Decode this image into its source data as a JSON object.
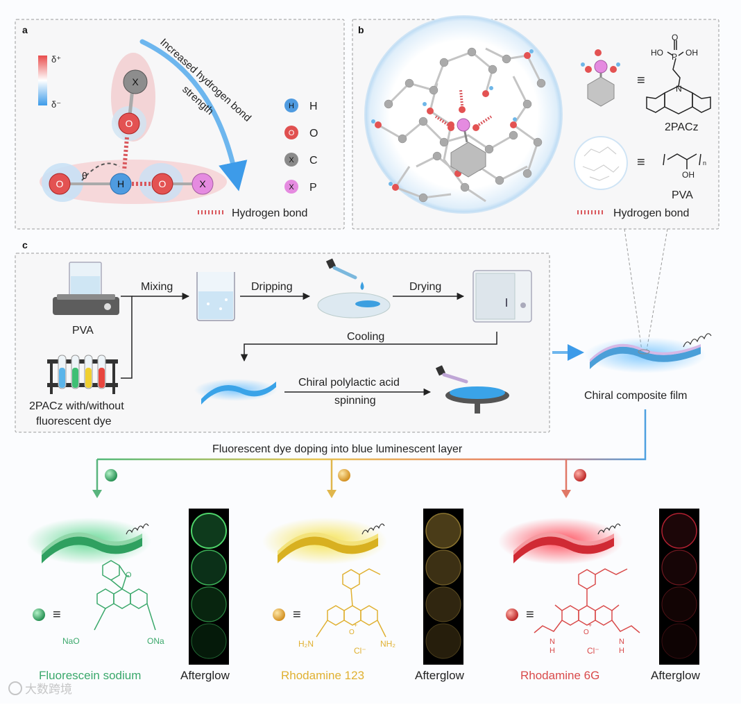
{
  "panel_a": {
    "label": "a",
    "delta_plus": "δ⁺",
    "delta_minus": "δ⁻",
    "arrow_text_1": "Increased hydrogen bond",
    "arrow_text_2": "strength",
    "theta": "θ",
    "atoms": {
      "x": "X",
      "o": "O",
      "h": "H"
    },
    "legend": [
      {
        "symbol": "H",
        "name": "H",
        "color": "#4f9be0"
      },
      {
        "symbol": "O",
        "name": "O",
        "color": "#e05050"
      },
      {
        "symbol": "X",
        "name": "C",
        "color": "#8a8a8a"
      },
      {
        "symbol": "X",
        "name": "P",
        "color": "#e58be0"
      }
    ],
    "hbond_label": "Hydrogen bond"
  },
  "panel_b": {
    "label": "b",
    "equiv": "≡",
    "twopacz": {
      "name": "2PACz",
      "ho": "HO",
      "oh": "OH",
      "p": "P",
      "o": "O",
      "n": "N"
    },
    "pva": {
      "name": "PVA",
      "oh": "OH",
      "n": "n"
    },
    "hbond_label": "Hydrogen bond"
  },
  "panel_c": {
    "label": "c",
    "pva_label": "PVA",
    "dye_label_1": "2PACz with/without",
    "dye_label_2": "fluorescent dye",
    "mixing": "Mixing",
    "dripping": "Dripping",
    "drying": "Drying",
    "cooling": "Cooling",
    "spinning_1": "Chiral polylactic acid",
    "spinning_2": "spinning",
    "composite_label": "Chiral composite film"
  },
  "bottom": {
    "doping_label": "Fluorescent dye doping into blue luminescent layer",
    "equiv": "≡",
    "afterglow": "Afterglow",
    "dyes": [
      {
        "name": "Fluorescein sodium",
        "color": "#3aa86b",
        "sub_left": "NaO",
        "sub_right": "ONa",
        "top": "O"
      },
      {
        "name": "Rhodamine 123",
        "color": "#e0b030",
        "sub_left": "H₂N",
        "sub_right": "NH₂",
        "ring": "O",
        "charge": "+",
        "anion": "Cl⁻"
      },
      {
        "name": "Rhodamine 6G",
        "color": "#d94a4a",
        "sub_left": "H",
        "sub_right": "H",
        "ring": "O",
        "charge": "+",
        "anion": "Cl⁻",
        "n": "N"
      }
    ]
  },
  "watermark": "大数跨境"
}
